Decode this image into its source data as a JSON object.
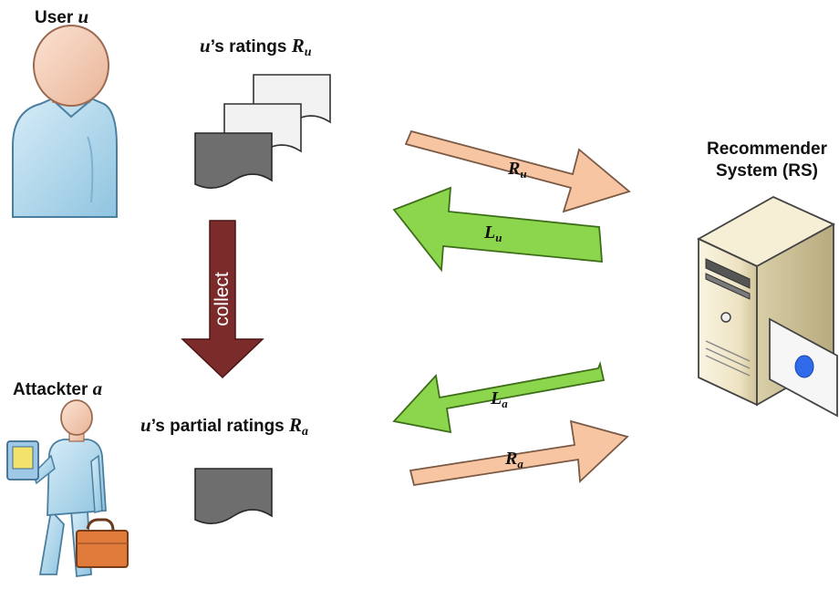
{
  "user": {
    "label_prefix": "User",
    "label_var": "u"
  },
  "user_ratings": {
    "var": "u",
    "text": "’s ratings",
    "symbol": "R",
    "sub": "u"
  },
  "attacker": {
    "label_prefix": "Attackter",
    "label_var": "a"
  },
  "partial_ratings": {
    "var": "u",
    "text": "’s partial ratings",
    "symbol": "R",
    "sub": "a"
  },
  "rs": {
    "line1": "Recommender",
    "line2": "System (RS)"
  },
  "collect": {
    "label": "collect"
  },
  "arrows": {
    "ru": {
      "symbol": "R",
      "sub": "u"
    },
    "lu": {
      "symbol": "L",
      "sub": "u"
    },
    "la": {
      "symbol": "L",
      "sub": "a"
    },
    "ra": {
      "symbol": "R",
      "sub": "a"
    }
  },
  "colors": {
    "orange_arrow": "#F8C5A2",
    "green_arrow": "#8BD64C",
    "collect_arrow": "#7B2B2A",
    "doc_dark": "#6E6E6E",
    "doc_light": "#F2F2F2"
  }
}
